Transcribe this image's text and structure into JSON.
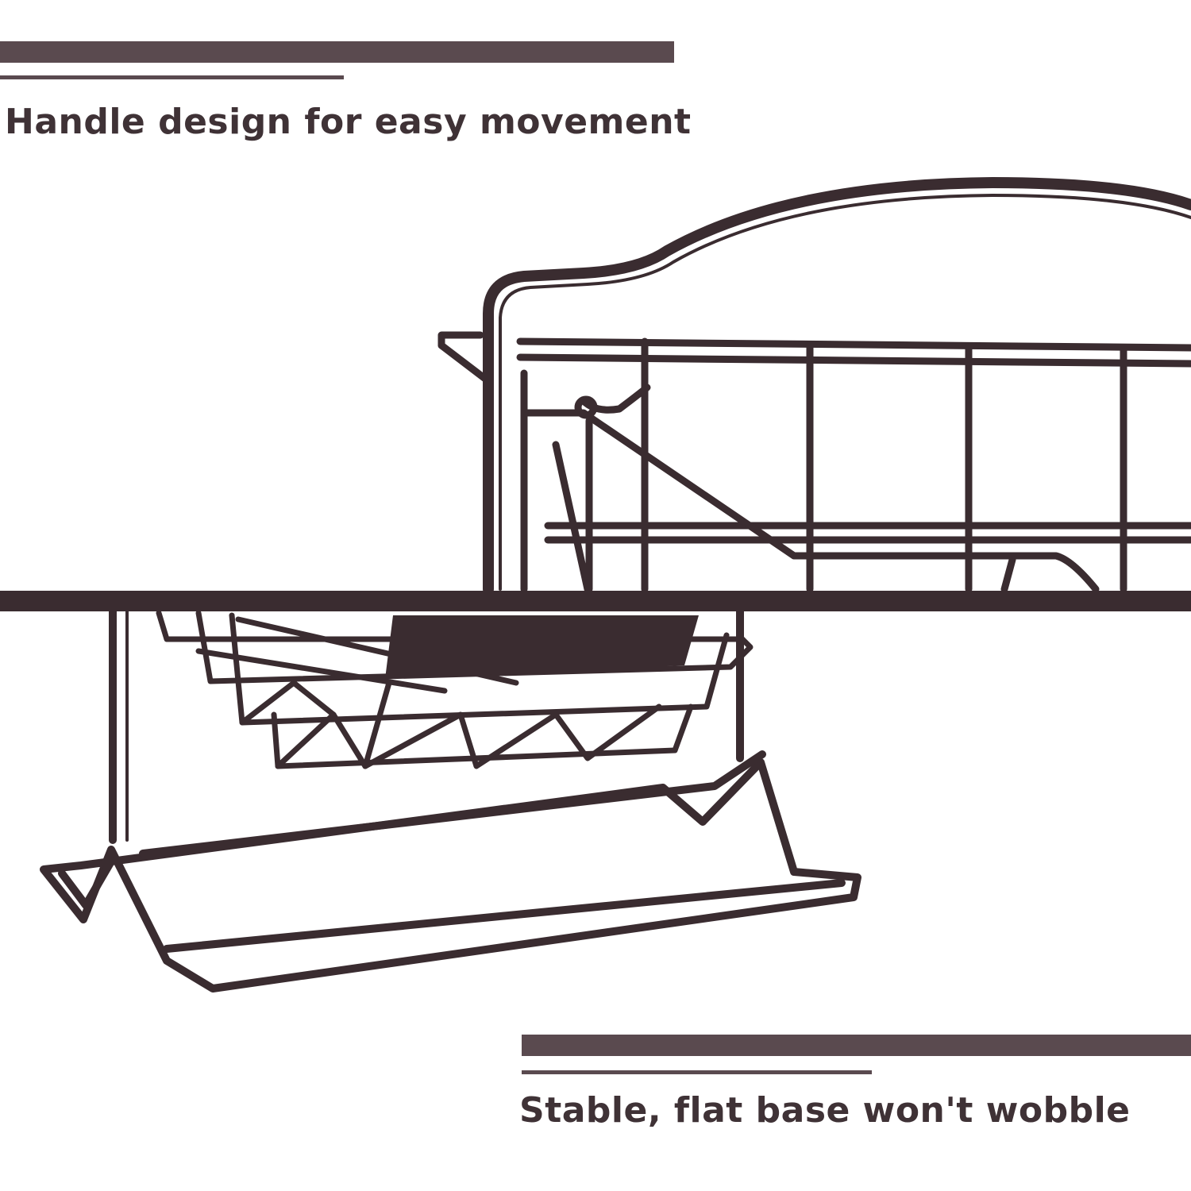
{
  "captions": {
    "top": "Handle design for easy movement",
    "bottom": "Stable, flat base won't wobble"
  },
  "colors": {
    "accent": "#5a4a4f",
    "text": "#3f3236",
    "wire": "#3a2c30",
    "background": "#ffffff"
  },
  "illustration": {
    "subject": "wire rack basket",
    "parts": [
      "handle",
      "upper-basket",
      "divider-bar",
      "lower-basket",
      "base-frame"
    ]
  }
}
